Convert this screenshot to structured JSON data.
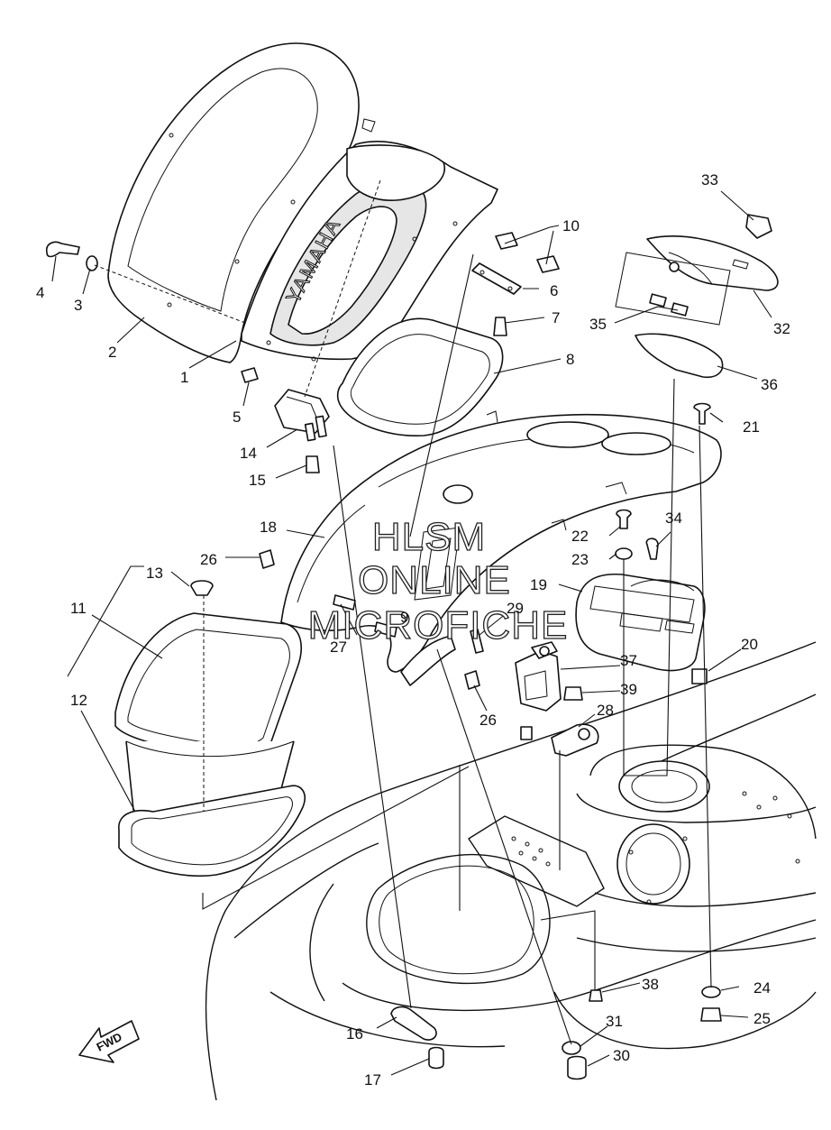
{
  "watermark": {
    "line1": "HLSM",
    "line2": "ONLINE",
    "line3": "MICROFICHE"
  },
  "brand_text": "YAMAHA",
  "direction_label": "FWD",
  "callouts": [
    {
      "id": "c1",
      "label": "1"
    },
    {
      "id": "c2",
      "label": "2"
    },
    {
      "id": "c3",
      "label": "3"
    },
    {
      "id": "c4",
      "label": "4"
    },
    {
      "id": "c5",
      "label": "5"
    },
    {
      "id": "c6",
      "label": "6"
    },
    {
      "id": "c7",
      "label": "7"
    },
    {
      "id": "c8",
      "label": "8"
    },
    {
      "id": "c9",
      "label": "9"
    },
    {
      "id": "c10",
      "label": "10"
    },
    {
      "id": "c11",
      "label": "11"
    },
    {
      "id": "c12",
      "label": "12"
    },
    {
      "id": "c13",
      "label": "13"
    },
    {
      "id": "c14",
      "label": "14"
    },
    {
      "id": "c15",
      "label": "15"
    },
    {
      "id": "c16",
      "label": "16"
    },
    {
      "id": "c17",
      "label": "17"
    },
    {
      "id": "c18",
      "label": "18"
    },
    {
      "id": "c19",
      "label": "19"
    },
    {
      "id": "c20",
      "label": "20"
    },
    {
      "id": "c21",
      "label": "21"
    },
    {
      "id": "c22",
      "label": "22"
    },
    {
      "id": "c23",
      "label": "23"
    },
    {
      "id": "c24",
      "label": "24"
    },
    {
      "id": "c25",
      "label": "25"
    },
    {
      "id": "c26a",
      "label": "26"
    },
    {
      "id": "c26b",
      "label": "26"
    },
    {
      "id": "c27",
      "label": "27"
    },
    {
      "id": "c28",
      "label": "28"
    },
    {
      "id": "c29",
      "label": "29"
    },
    {
      "id": "c30",
      "label": "30"
    },
    {
      "id": "c31",
      "label": "31"
    },
    {
      "id": "c32",
      "label": "32"
    },
    {
      "id": "c33",
      "label": "33"
    },
    {
      "id": "c34",
      "label": "34"
    },
    {
      "id": "c35",
      "label": "35"
    },
    {
      "id": "c36",
      "label": "36"
    },
    {
      "id": "c37",
      "label": "37"
    },
    {
      "id": "c38",
      "label": "38"
    },
    {
      "id": "c39",
      "label": "39"
    }
  ]
}
